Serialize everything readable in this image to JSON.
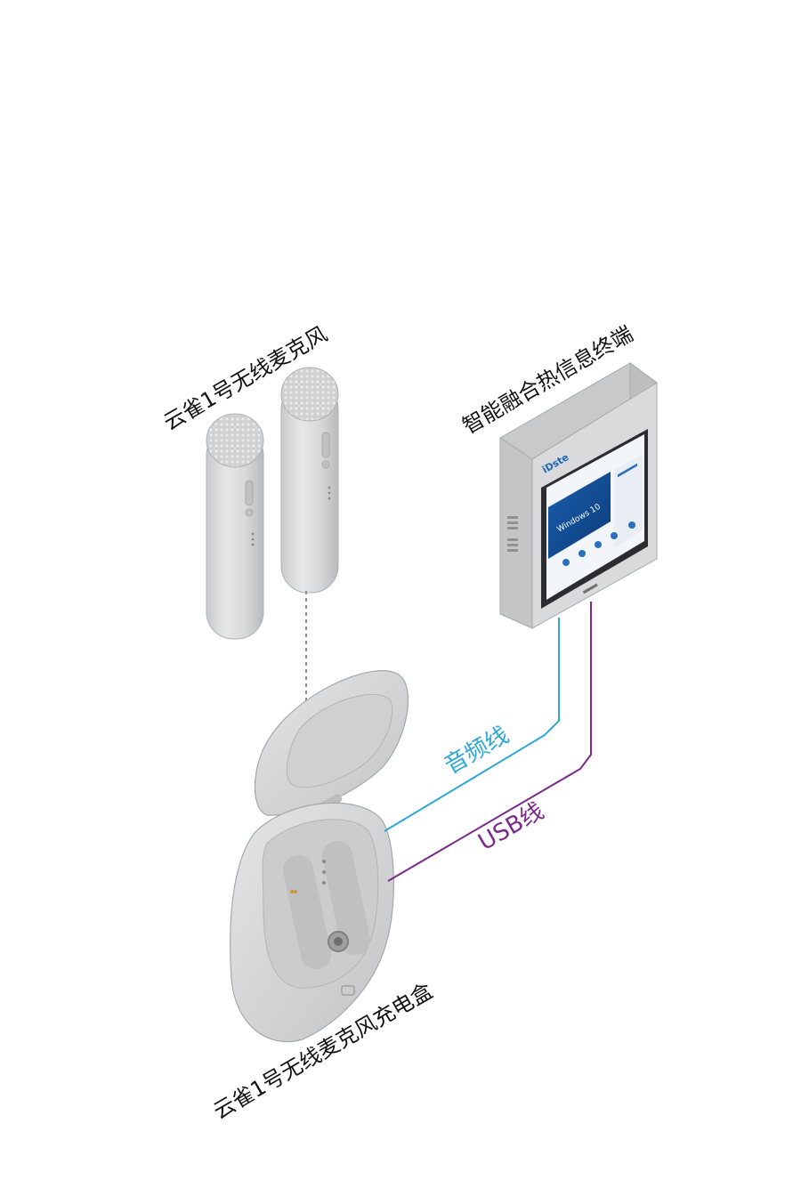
{
  "labels": {
    "microphones": "云雀1号无线麦克风",
    "terminal": "智能融合热信息终端",
    "audio_cable": "音频线",
    "usb_cable": "USB线",
    "charging_box": "云雀1号无线麦克风充电盒"
  },
  "terminal_screen": {
    "brand": "iDste",
    "os_banner": "Windows 10"
  },
  "colors": {
    "audio_cable": "#2ea7d6",
    "usb_cable": "#7b2a8c",
    "device_gray": "#d7d8da",
    "label_text": "#111111"
  }
}
